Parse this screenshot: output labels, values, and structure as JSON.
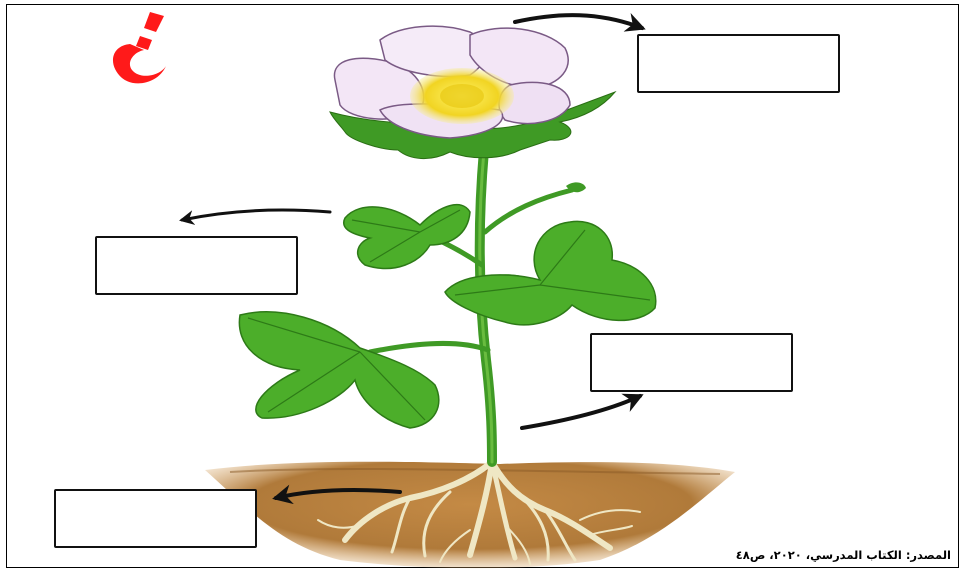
{
  "source_note": "المصدر: الكتاب المدرسي، ٢٠٢٠، ص٤٨",
  "logo": {
    "text": "ى",
    "color": "#ff1a1a"
  },
  "label_boxes": [
    {
      "name": "flower-label-box",
      "value": ""
    },
    {
      "name": "leaf-label-box",
      "value": ""
    },
    {
      "name": "stem-label-box",
      "value": ""
    },
    {
      "name": "root-label-box",
      "value": ""
    }
  ],
  "colors": {
    "petal": "#f3e6f6",
    "petal_edge": "#7a5a85",
    "pollen": "#f5e12e",
    "leaf": "#4cae2a",
    "leaf_dark": "#2d7a17",
    "stem": "#3f9a25",
    "soil": "#b8813f",
    "root": "#f0ead0"
  }
}
